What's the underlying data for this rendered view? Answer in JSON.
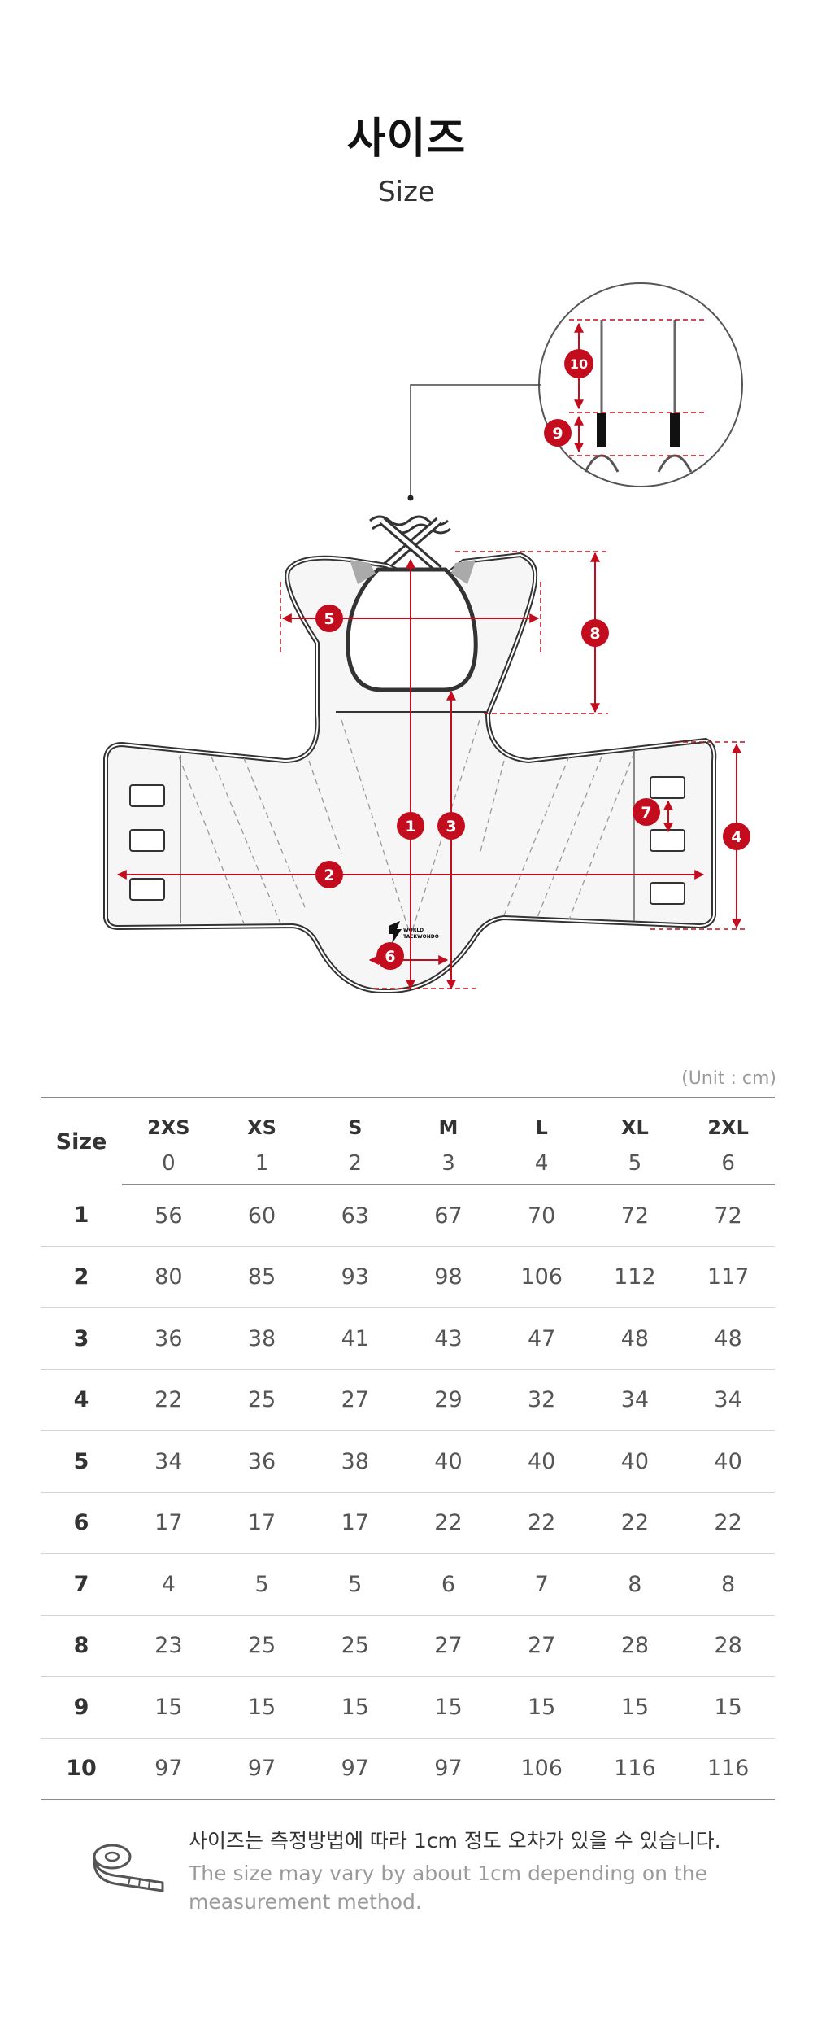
{
  "header": {
    "title_ko": "사이즈",
    "title_en": "Size"
  },
  "diagram": {
    "markers": [
      "1",
      "2",
      "3",
      "4",
      "5",
      "6",
      "7",
      "8",
      "9",
      "10"
    ],
    "logo_text": [
      "WORLD",
      "TAEKWONDO"
    ]
  },
  "table": {
    "unit": "(Unit : cm)",
    "row_header": "Size",
    "size_labels": [
      "2XS",
      "XS",
      "S",
      "M",
      "L",
      "XL",
      "2XL"
    ],
    "size_numbers": [
      "0",
      "1",
      "2",
      "3",
      "4",
      "5",
      "6"
    ],
    "rows": [
      {
        "label": "1",
        "values": [
          "56",
          "60",
          "63",
          "67",
          "70",
          "72",
          "72"
        ]
      },
      {
        "label": "2",
        "values": [
          "80",
          "85",
          "93",
          "98",
          "106",
          "112",
          "117"
        ]
      },
      {
        "label": "3",
        "values": [
          "36",
          "38",
          "41",
          "43",
          "47",
          "48",
          "48"
        ]
      },
      {
        "label": "4",
        "values": [
          "22",
          "25",
          "27",
          "29",
          "32",
          "34",
          "34"
        ]
      },
      {
        "label": "5",
        "values": [
          "34",
          "36",
          "38",
          "40",
          "40",
          "40",
          "40"
        ]
      },
      {
        "label": "6",
        "values": [
          "17",
          "17",
          "17",
          "22",
          "22",
          "22",
          "22"
        ]
      },
      {
        "label": "7",
        "values": [
          "4",
          "5",
          "5",
          "6",
          "7",
          "8",
          "8"
        ]
      },
      {
        "label": "8",
        "values": [
          "23",
          "25",
          "25",
          "27",
          "27",
          "28",
          "28"
        ]
      },
      {
        "label": "9",
        "values": [
          "15",
          "15",
          "15",
          "15",
          "15",
          "15",
          "15"
        ]
      },
      {
        "label": "10",
        "values": [
          "97",
          "97",
          "97",
          "97",
          "106",
          "116",
          "116"
        ]
      }
    ]
  },
  "note": {
    "ko": "사이즈는 측정방법에 따라 1cm 정도 오차가 있을 수 있습니다.",
    "en": "The size may vary by about 1cm depending on the measurement method.",
    "icon": "tape-measure-icon"
  },
  "colors": {
    "accent": "#c30d1e",
    "outline": "#3a3a3a",
    "table_border": "#8a8a8a"
  }
}
